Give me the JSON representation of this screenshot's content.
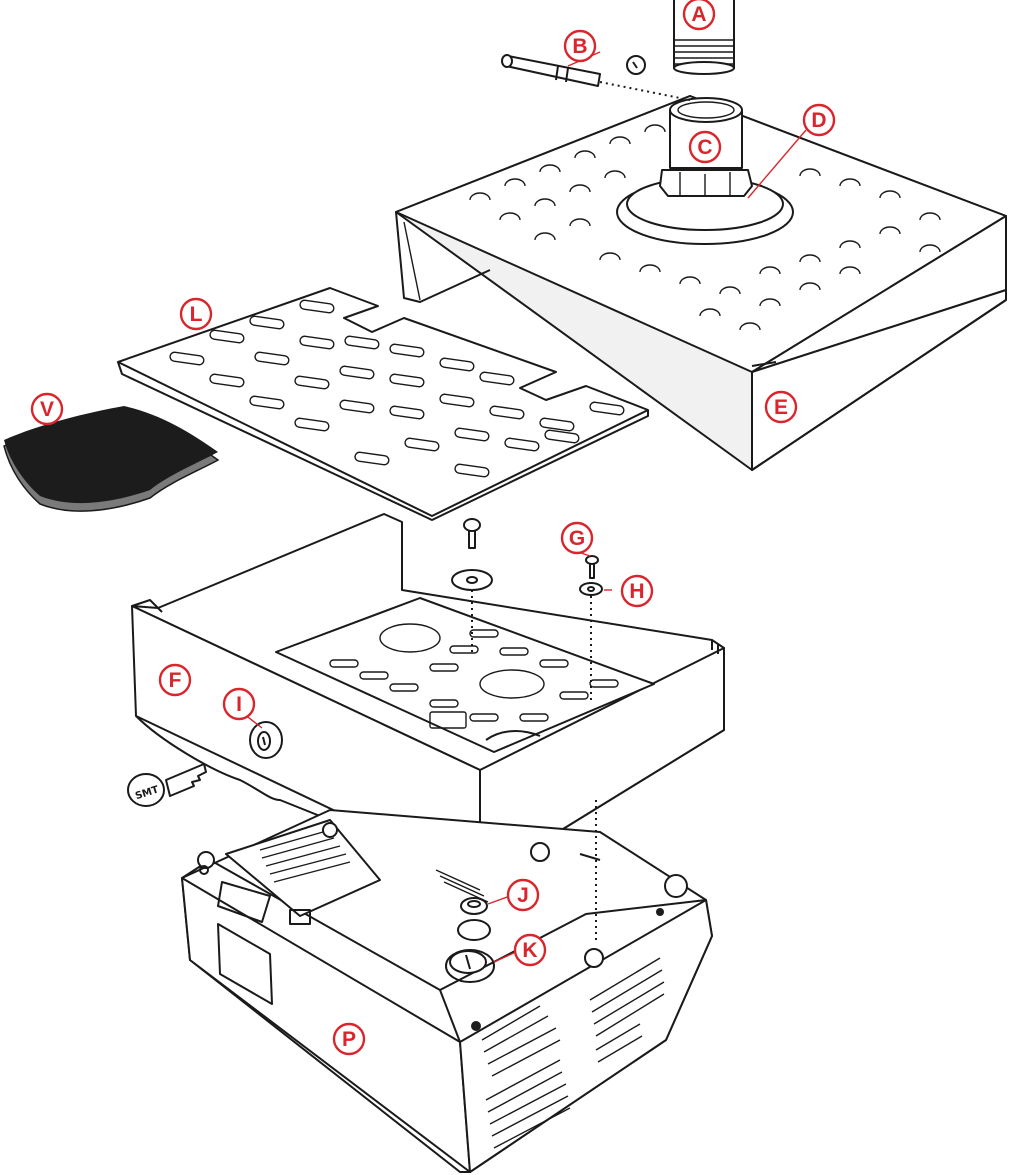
{
  "labels": {
    "A": "A",
    "B": "B",
    "C": "C",
    "D": "D",
    "E": "E",
    "F": "F",
    "G": "G",
    "H": "H",
    "I": "I",
    "J": "J",
    "K": "K",
    "L": "L",
    "P": "P",
    "V": "V"
  },
  "key_text": "SMT",
  "colors": {
    "label_red": "#d9262c",
    "line": "#1a1a1a",
    "pad_black": "#1c1c1c"
  }
}
